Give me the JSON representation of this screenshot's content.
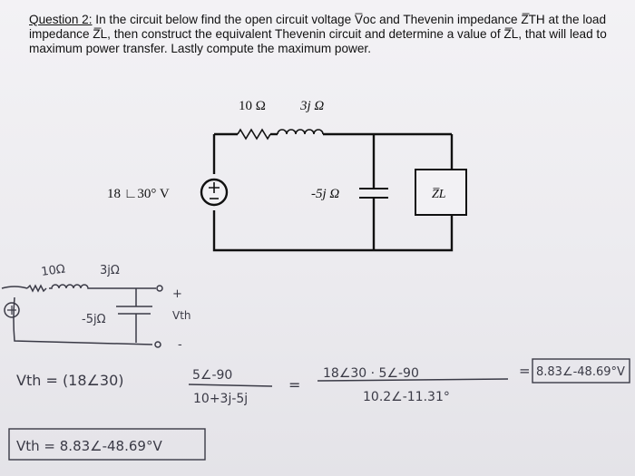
{
  "question": {
    "label": "Question 2:",
    "text": " In the circuit below find the open circuit voltage V̅oc and Thevenin impedance Z̅TH at the load impedance Z̅L, then construct the equivalent Thevenin circuit and determine a value of Z̅L, that will lead to maximum power transfer. Lastly compute the maximum power."
  },
  "circuit": {
    "r1": "10 Ω",
    "l1": "3j Ω",
    "source": "18 ∟30° V",
    "cap": "-5j Ω",
    "load": "Z̅L"
  },
  "notes": {
    "r_label": "10Ω",
    "l_label": "3jΩ",
    "cap_label": "-5jΩ",
    "plus": "+",
    "minus": "-",
    "vth_label": "Vth",
    "eq_left": "Vth = (18∠30)",
    "frac1_num": "5∠-90",
    "frac1_den": "10+3j-5j",
    "eq_sign": "=",
    "frac2_num": "18∠30 · 5∠-90",
    "frac2_den": "10.2∠-11.31°",
    "eq_sign2": "=",
    "boxed_result": "8.83∠-48.69°V",
    "final_result": "Vth = 8.83∠-48.69°V"
  }
}
